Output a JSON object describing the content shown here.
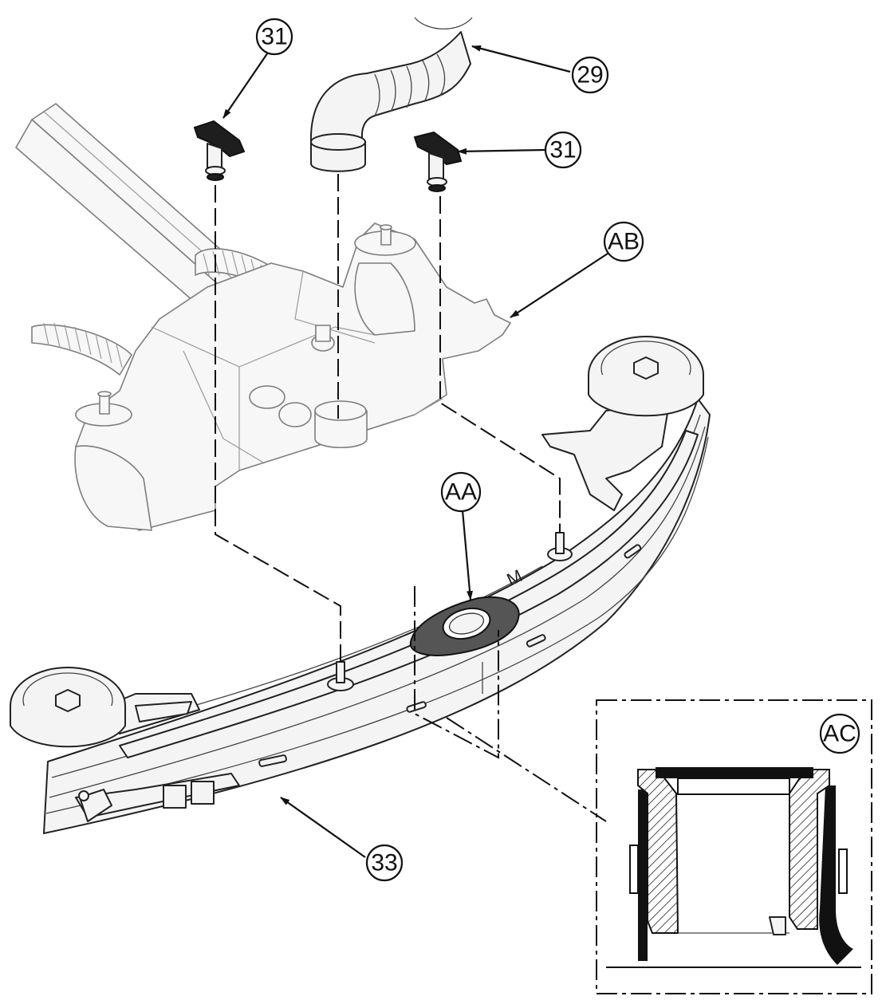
{
  "callouts": {
    "c31a": "31",
    "c29": "29",
    "c31b": "31",
    "cAB": "AB",
    "cAA": "AA",
    "cAC": "AC",
    "c33": "33"
  },
  "colors": {
    "line": "#111111",
    "part_fill": "#f4f4f4",
    "background_part_stroke": "#7d7d7d",
    "gasket": "#555555"
  }
}
